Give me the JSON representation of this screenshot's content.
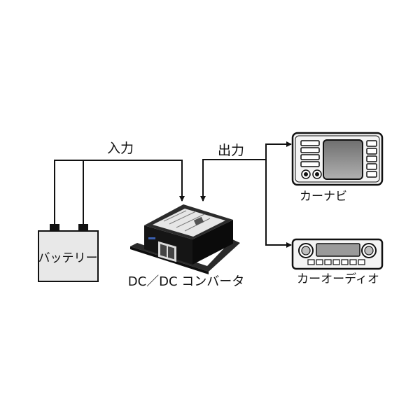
{
  "labels": {
    "input": "入力",
    "output": "出力",
    "battery": "バッテリー",
    "converter": "DC／DC コンバータ",
    "car_navi": "カーナビ",
    "car_audio": "カーオーディオ"
  },
  "colors": {
    "line": "#111111",
    "battery_fill": "#e8e8e8",
    "converter_body": "#1a1a1a",
    "converter_label": "#e6e6e6",
    "device_fill": "#f4f4f4",
    "screen": "#8f8f8f"
  }
}
